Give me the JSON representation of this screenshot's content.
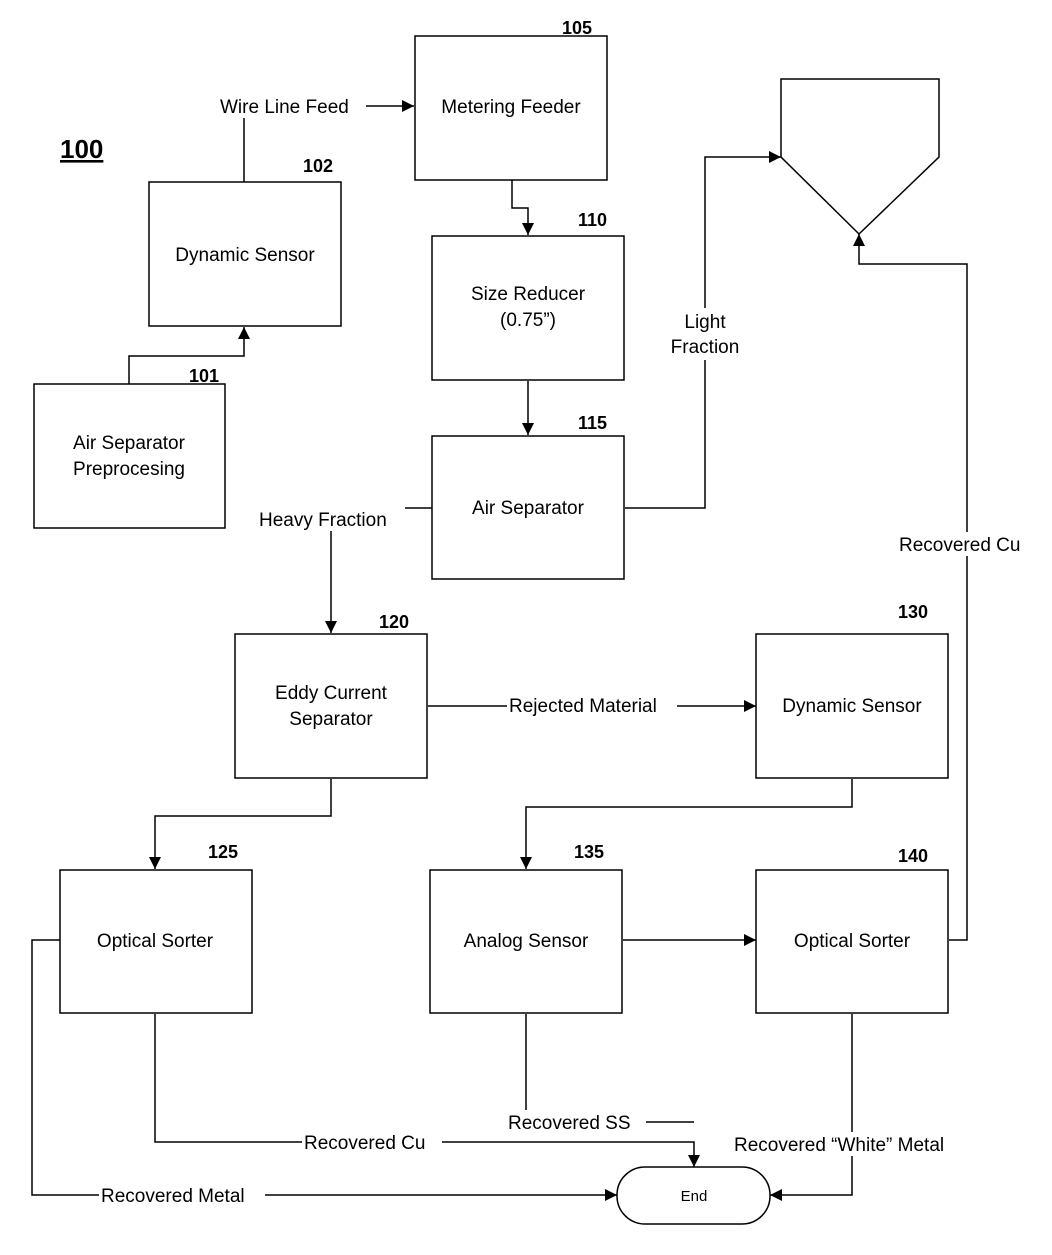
{
  "figure_ref": "100",
  "blocks": {
    "b101": {
      "ref": "101",
      "lines": [
        "Air Separator",
        "Preprocesing"
      ]
    },
    "b102": {
      "ref": "102",
      "lines": [
        "Dynamic Sensor"
      ]
    },
    "b105": {
      "ref": "105",
      "lines": [
        "Metering Feeder"
      ]
    },
    "b110": {
      "ref": "110",
      "lines": [
        "Size Reducer",
        "(0.75”)"
      ]
    },
    "b115": {
      "ref": "115",
      "lines": [
        "Air Separator"
      ]
    },
    "b120": {
      "ref": "120",
      "lines": [
        "Eddy Current",
        "Separator"
      ]
    },
    "b125": {
      "ref": "125",
      "lines": [
        "Optical Sorter"
      ]
    },
    "b130": {
      "ref": "130",
      "lines": [
        "Dynamic Sensor"
      ]
    },
    "b135": {
      "ref": "135",
      "lines": [
        "Analog Sensor"
      ]
    },
    "b140": {
      "ref": "140",
      "lines": [
        "Optical Sorter"
      ]
    },
    "end": {
      "lines": [
        "End"
      ]
    }
  },
  "flow_labels": {
    "wire_line_feed": "Wire Line Feed",
    "light_fraction": [
      "Light",
      "Fraction"
    ],
    "heavy_fraction": "Heavy Fraction",
    "rejected_material": "Rejected Material",
    "recovered_cu_right": "Recovered Cu",
    "recovered_ss": "Recovered SS",
    "recovered_cu_bottom": "Recovered Cu",
    "recovered_white_metal": "Recovered “White” Metal",
    "recovered_metal": "Recovered Metal"
  }
}
